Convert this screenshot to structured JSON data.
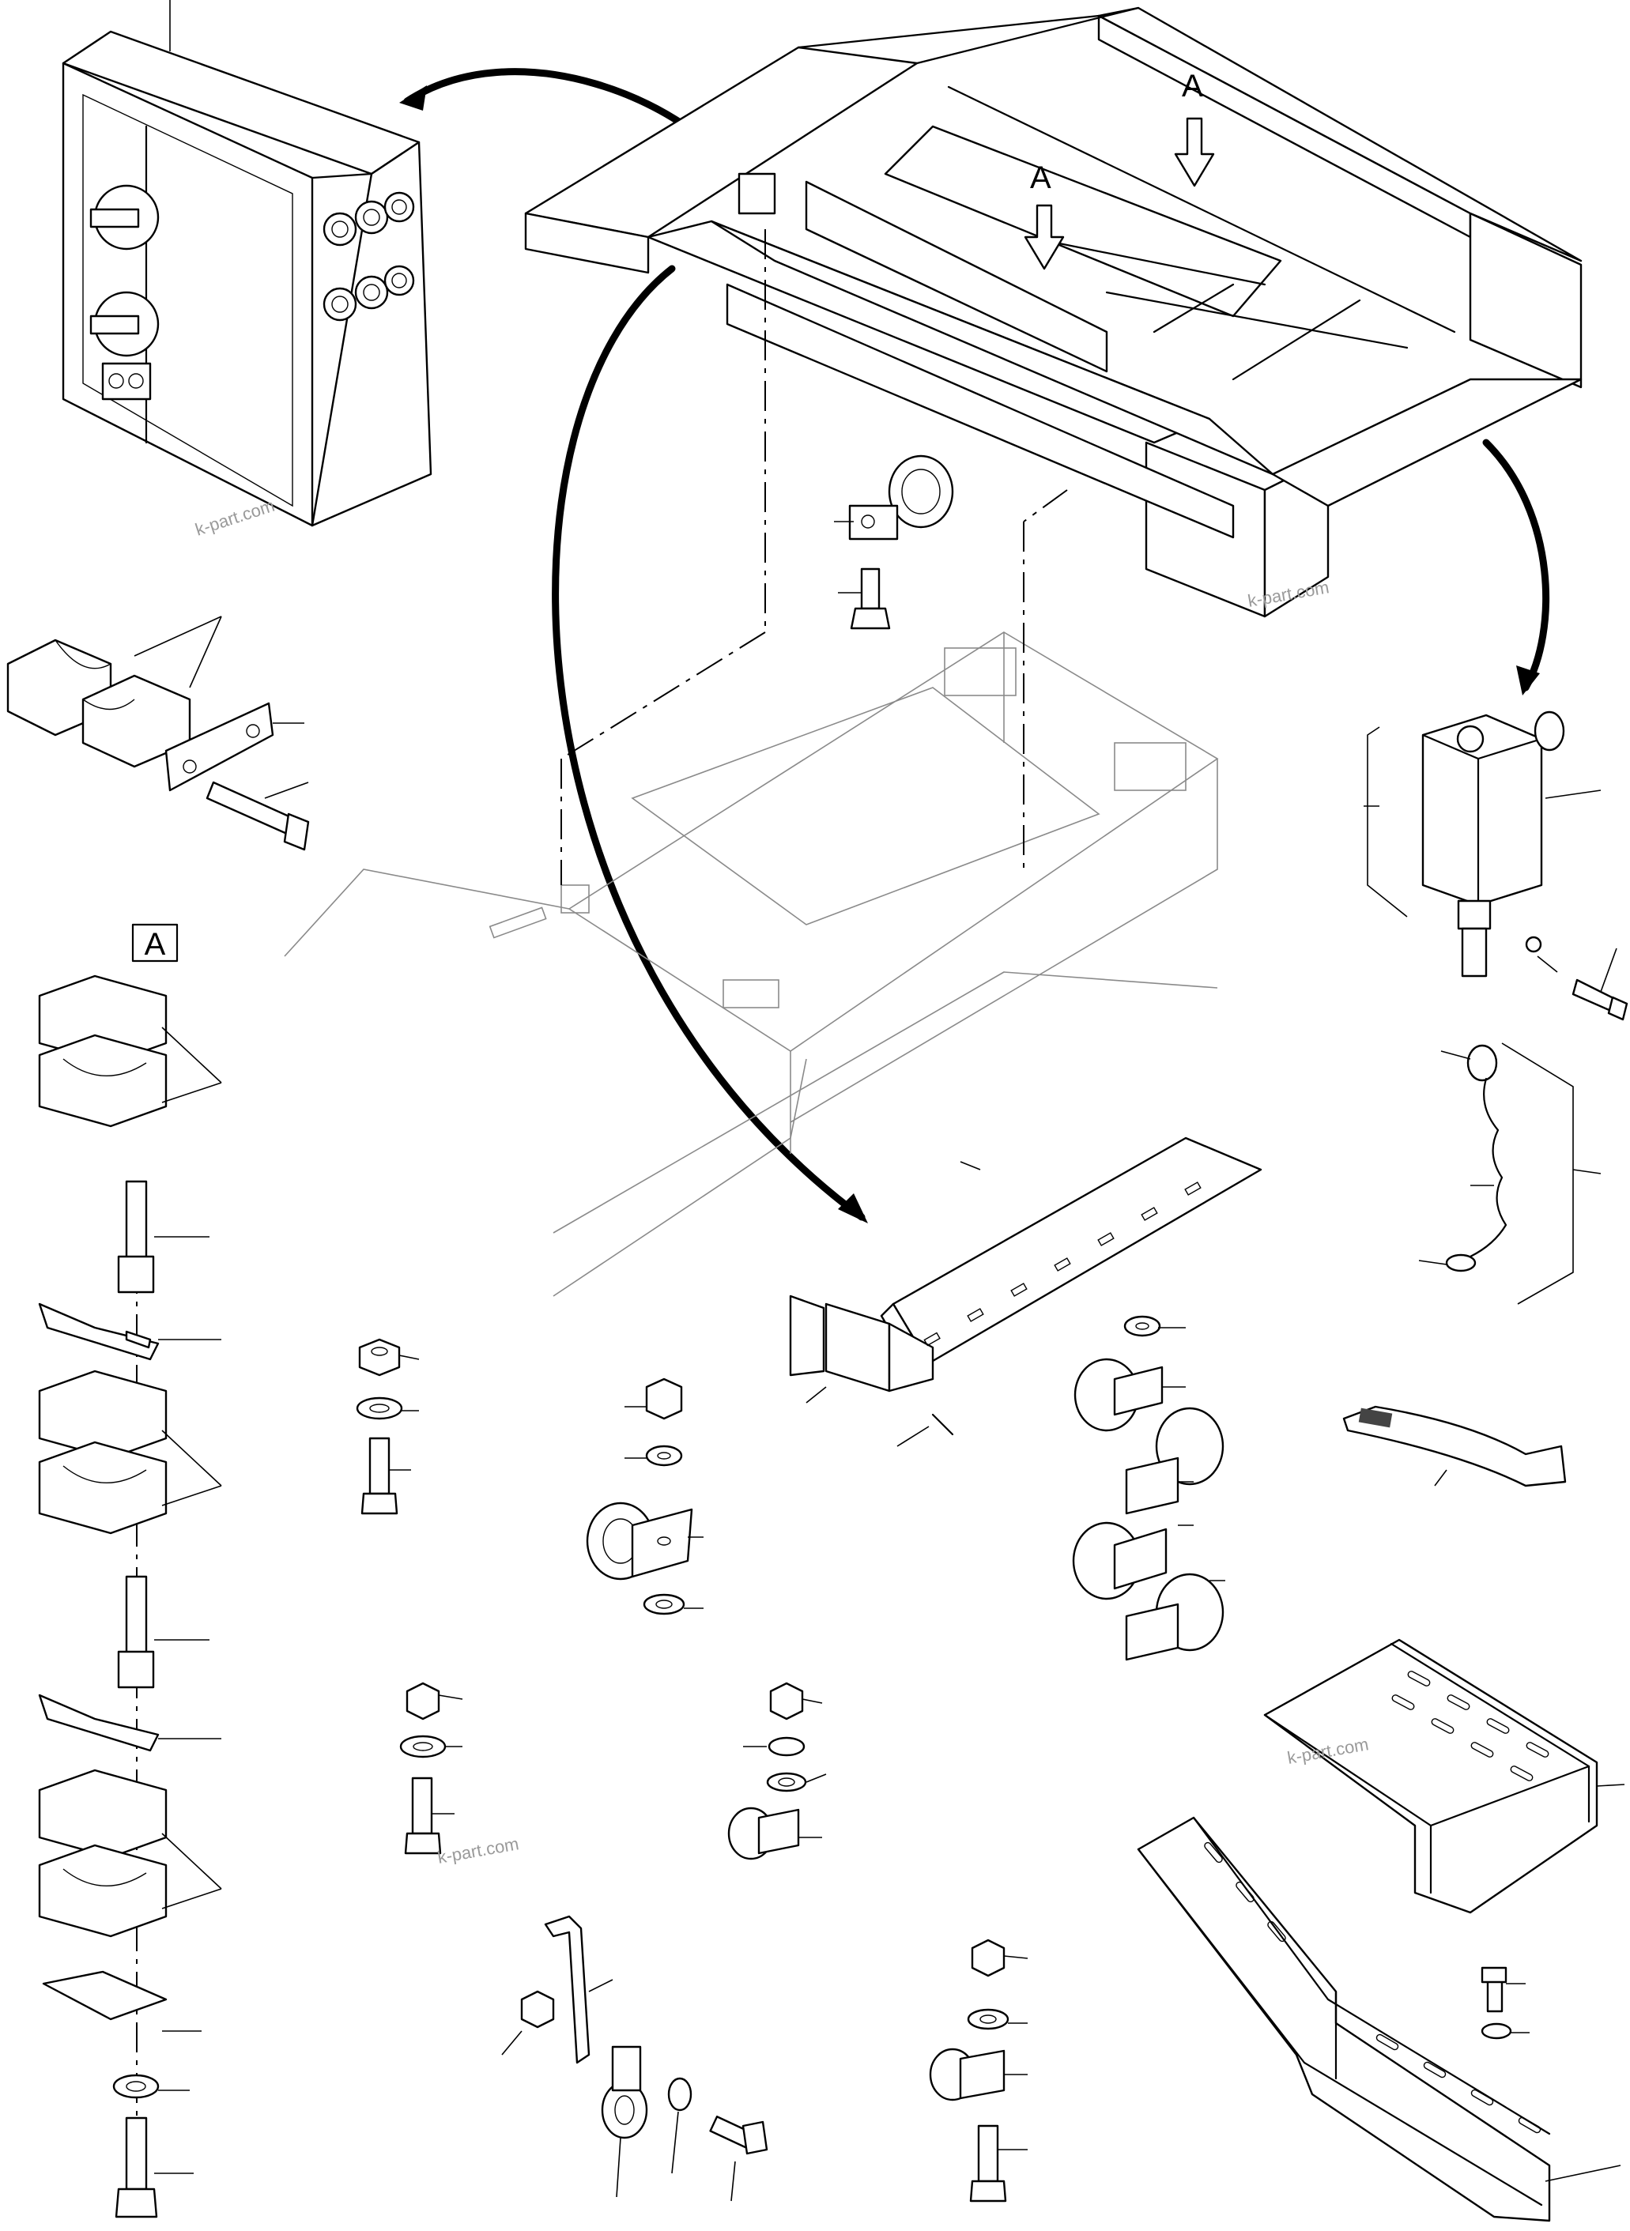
{
  "labels": {
    "view_label_a_1": "A",
    "view_label_a_2": "A",
    "section_box_label": "A"
  },
  "watermarks": {
    "wm_1": "k-part.com",
    "wm_2": "k-part.com",
    "wm_3": "k-part.com",
    "wm_4": "k-part.com"
  }
}
